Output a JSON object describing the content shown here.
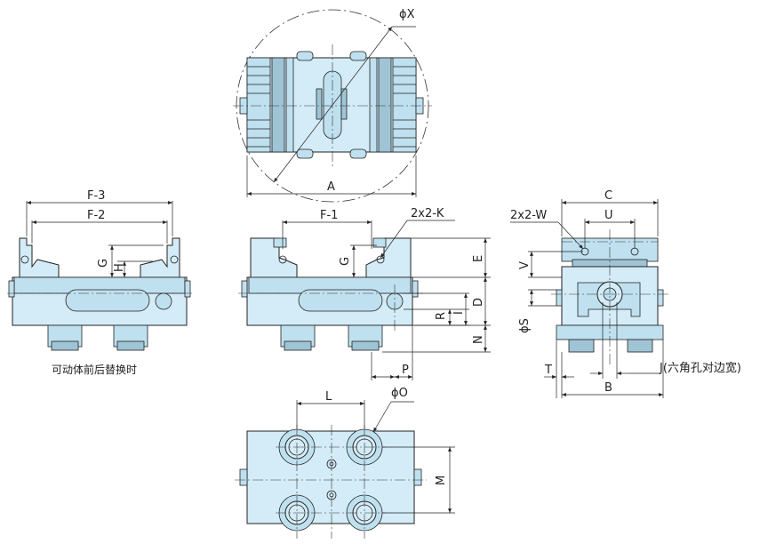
{
  "labels": {
    "phiX": "ϕX",
    "A": "A",
    "F3": "F-3",
    "F2": "F-2",
    "F1": "F-1",
    "G_left": "G",
    "H": "H",
    "G_mid": "G",
    "K2": "2x2-K",
    "E": "E",
    "D": "D",
    "R": "R",
    "I": "I",
    "N": "N",
    "P": "P",
    "C": "C",
    "W2": "2x2-W",
    "U": "U",
    "V": "V",
    "phiS": "ϕS",
    "T": "T",
    "B": "B",
    "J": "J(六角孔对边宽)",
    "L": "L",
    "phiO": "ϕO",
    "M": "M"
  },
  "caption": "可动体前后替换时",
  "colors": {
    "body_fill": "#d4ecf7",
    "dark_fill": "#9fc4d6",
    "line": "#222222"
  }
}
